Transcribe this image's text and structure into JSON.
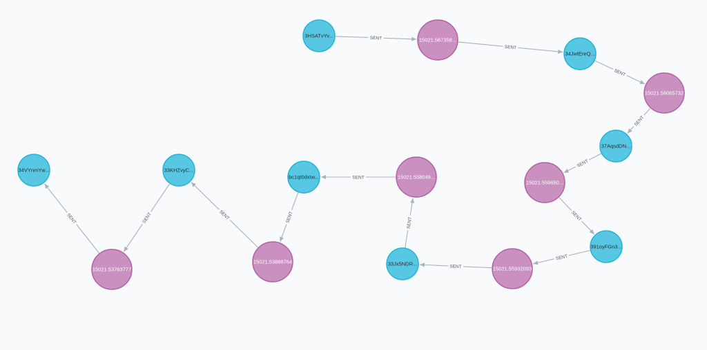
{
  "graph": {
    "colors": {
      "address_fill": "#57c7e3",
      "address_stroke": "#23b3d7",
      "tx_fill": "#c990c0",
      "tx_stroke": "#b261a5",
      "edge": "#a9b1bb",
      "background": "#f8fafc"
    },
    "nodes": [
      {
        "id": "n1",
        "type": "address",
        "caption": "3HSATvYv..."
      },
      {
        "id": "n2",
        "type": "tx",
        "caption": "15021.567358..."
      },
      {
        "id": "n3",
        "type": "address",
        "caption": "34JwtEreQ..."
      },
      {
        "id": "n4",
        "type": "tx",
        "caption": "15021.56065732"
      },
      {
        "id": "n5",
        "type": "address",
        "caption": "37AqsdDN..."
      },
      {
        "id": "n6",
        "type": "tx",
        "caption": "15021.559650..."
      },
      {
        "id": "n7",
        "type": "address",
        "caption": "391oyFGn3..."
      },
      {
        "id": "n8",
        "type": "tx",
        "caption": "15021.55932093"
      },
      {
        "id": "n9",
        "type": "address",
        "caption": "33Jx5NDR..."
      },
      {
        "id": "n10",
        "type": "tx",
        "caption": "15021.558049..."
      },
      {
        "id": "n11",
        "type": "address",
        "caption": "bc1qt0dxtw..."
      },
      {
        "id": "n12",
        "type": "tx",
        "caption": "15021.53888764"
      },
      {
        "id": "n13",
        "type": "address",
        "caption": "33KHZvyC..."
      },
      {
        "id": "n14",
        "type": "tx",
        "caption": "15021.53763777"
      },
      {
        "id": "n15",
        "type": "address",
        "caption": "34VYnmYw..."
      }
    ],
    "edges": [
      {
        "from": "n1",
        "to": "n2",
        "label": "SENT"
      },
      {
        "from": "n2",
        "to": "n3",
        "label": "SENT"
      },
      {
        "from": "n3",
        "to": "n4",
        "label": "SENT"
      },
      {
        "from": "n4",
        "to": "n5",
        "label": "SENT"
      },
      {
        "from": "n5",
        "to": "n6",
        "label": "SENT"
      },
      {
        "from": "n6",
        "to": "n7",
        "label": "SENT"
      },
      {
        "from": "n7",
        "to": "n8",
        "label": "SENT"
      },
      {
        "from": "n8",
        "to": "n9",
        "label": "SENT"
      },
      {
        "from": "n9",
        "to": "n10",
        "label": "SENT"
      },
      {
        "from": "n10",
        "to": "n11",
        "label": "SENT"
      },
      {
        "from": "n11",
        "to": "n12",
        "label": "SENT"
      },
      {
        "from": "n12",
        "to": "n13",
        "label": "SENT"
      },
      {
        "from": "n13",
        "to": "n14",
        "label": "SENT"
      },
      {
        "from": "n14",
        "to": "n15",
        "label": "SENT"
      }
    ]
  }
}
